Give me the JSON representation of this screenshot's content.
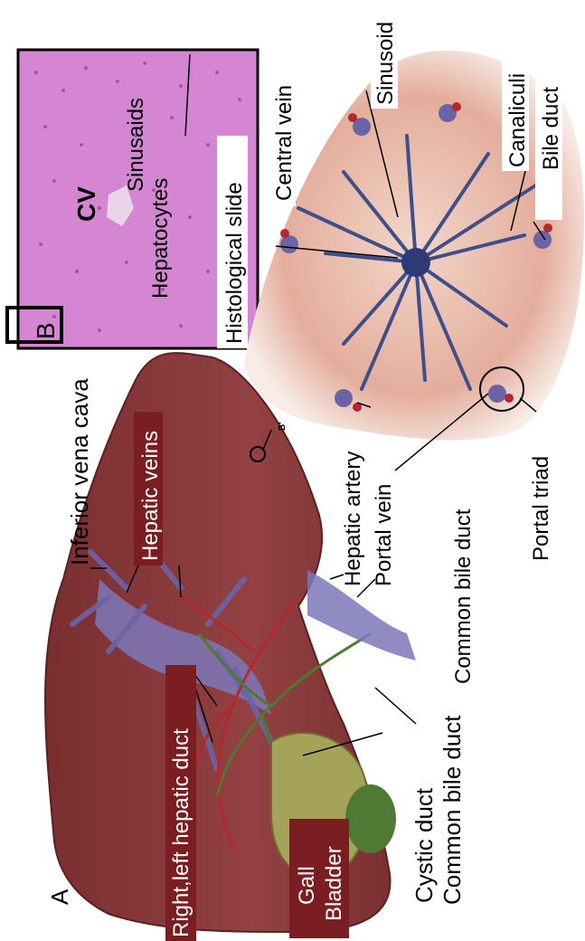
{
  "panels": {
    "a": "A",
    "b": "B",
    "b_marker": "B'"
  },
  "labels": {
    "inferior_vena_cava": "Inferior vena cava",
    "hepatic_veins": "Hepatic veins",
    "right_left_hepatic_duct": "Right,left hepatic duct",
    "gall_bladder_line1": "Gall",
    "gall_bladder_line2": "Bladder",
    "cystic_duct": "Cystic duct",
    "common_bile_duct_a": "Common bile duct",
    "hepatic_artery": "Hepatic artery",
    "portal_vein": "Portal vein",
    "common_bile_duct_b": "Common bile duct",
    "portal_triad": "Portal triad",
    "central_vein": "Central vein",
    "sinusoid": "Sinusoid",
    "canaliculi": "Canaliculi",
    "bile_duct": "Bile duct",
    "histological_slide": "Histological slide",
    "cv": "CV",
    "sinusaids": "Sinusaids",
    "hepatocytes": "Hepatocytes"
  },
  "colors": {
    "liver": "#8e3b3a",
    "liver_dark": "#6e2a2b",
    "gall_bladder": "#a5a35a",
    "vein": "#6a64a6",
    "artery": "#b3282c",
    "bile": "#4c7a2e",
    "histology": "#d27fcf",
    "lobule": "#e8b7a8",
    "label_bg": "#7b1e22"
  }
}
